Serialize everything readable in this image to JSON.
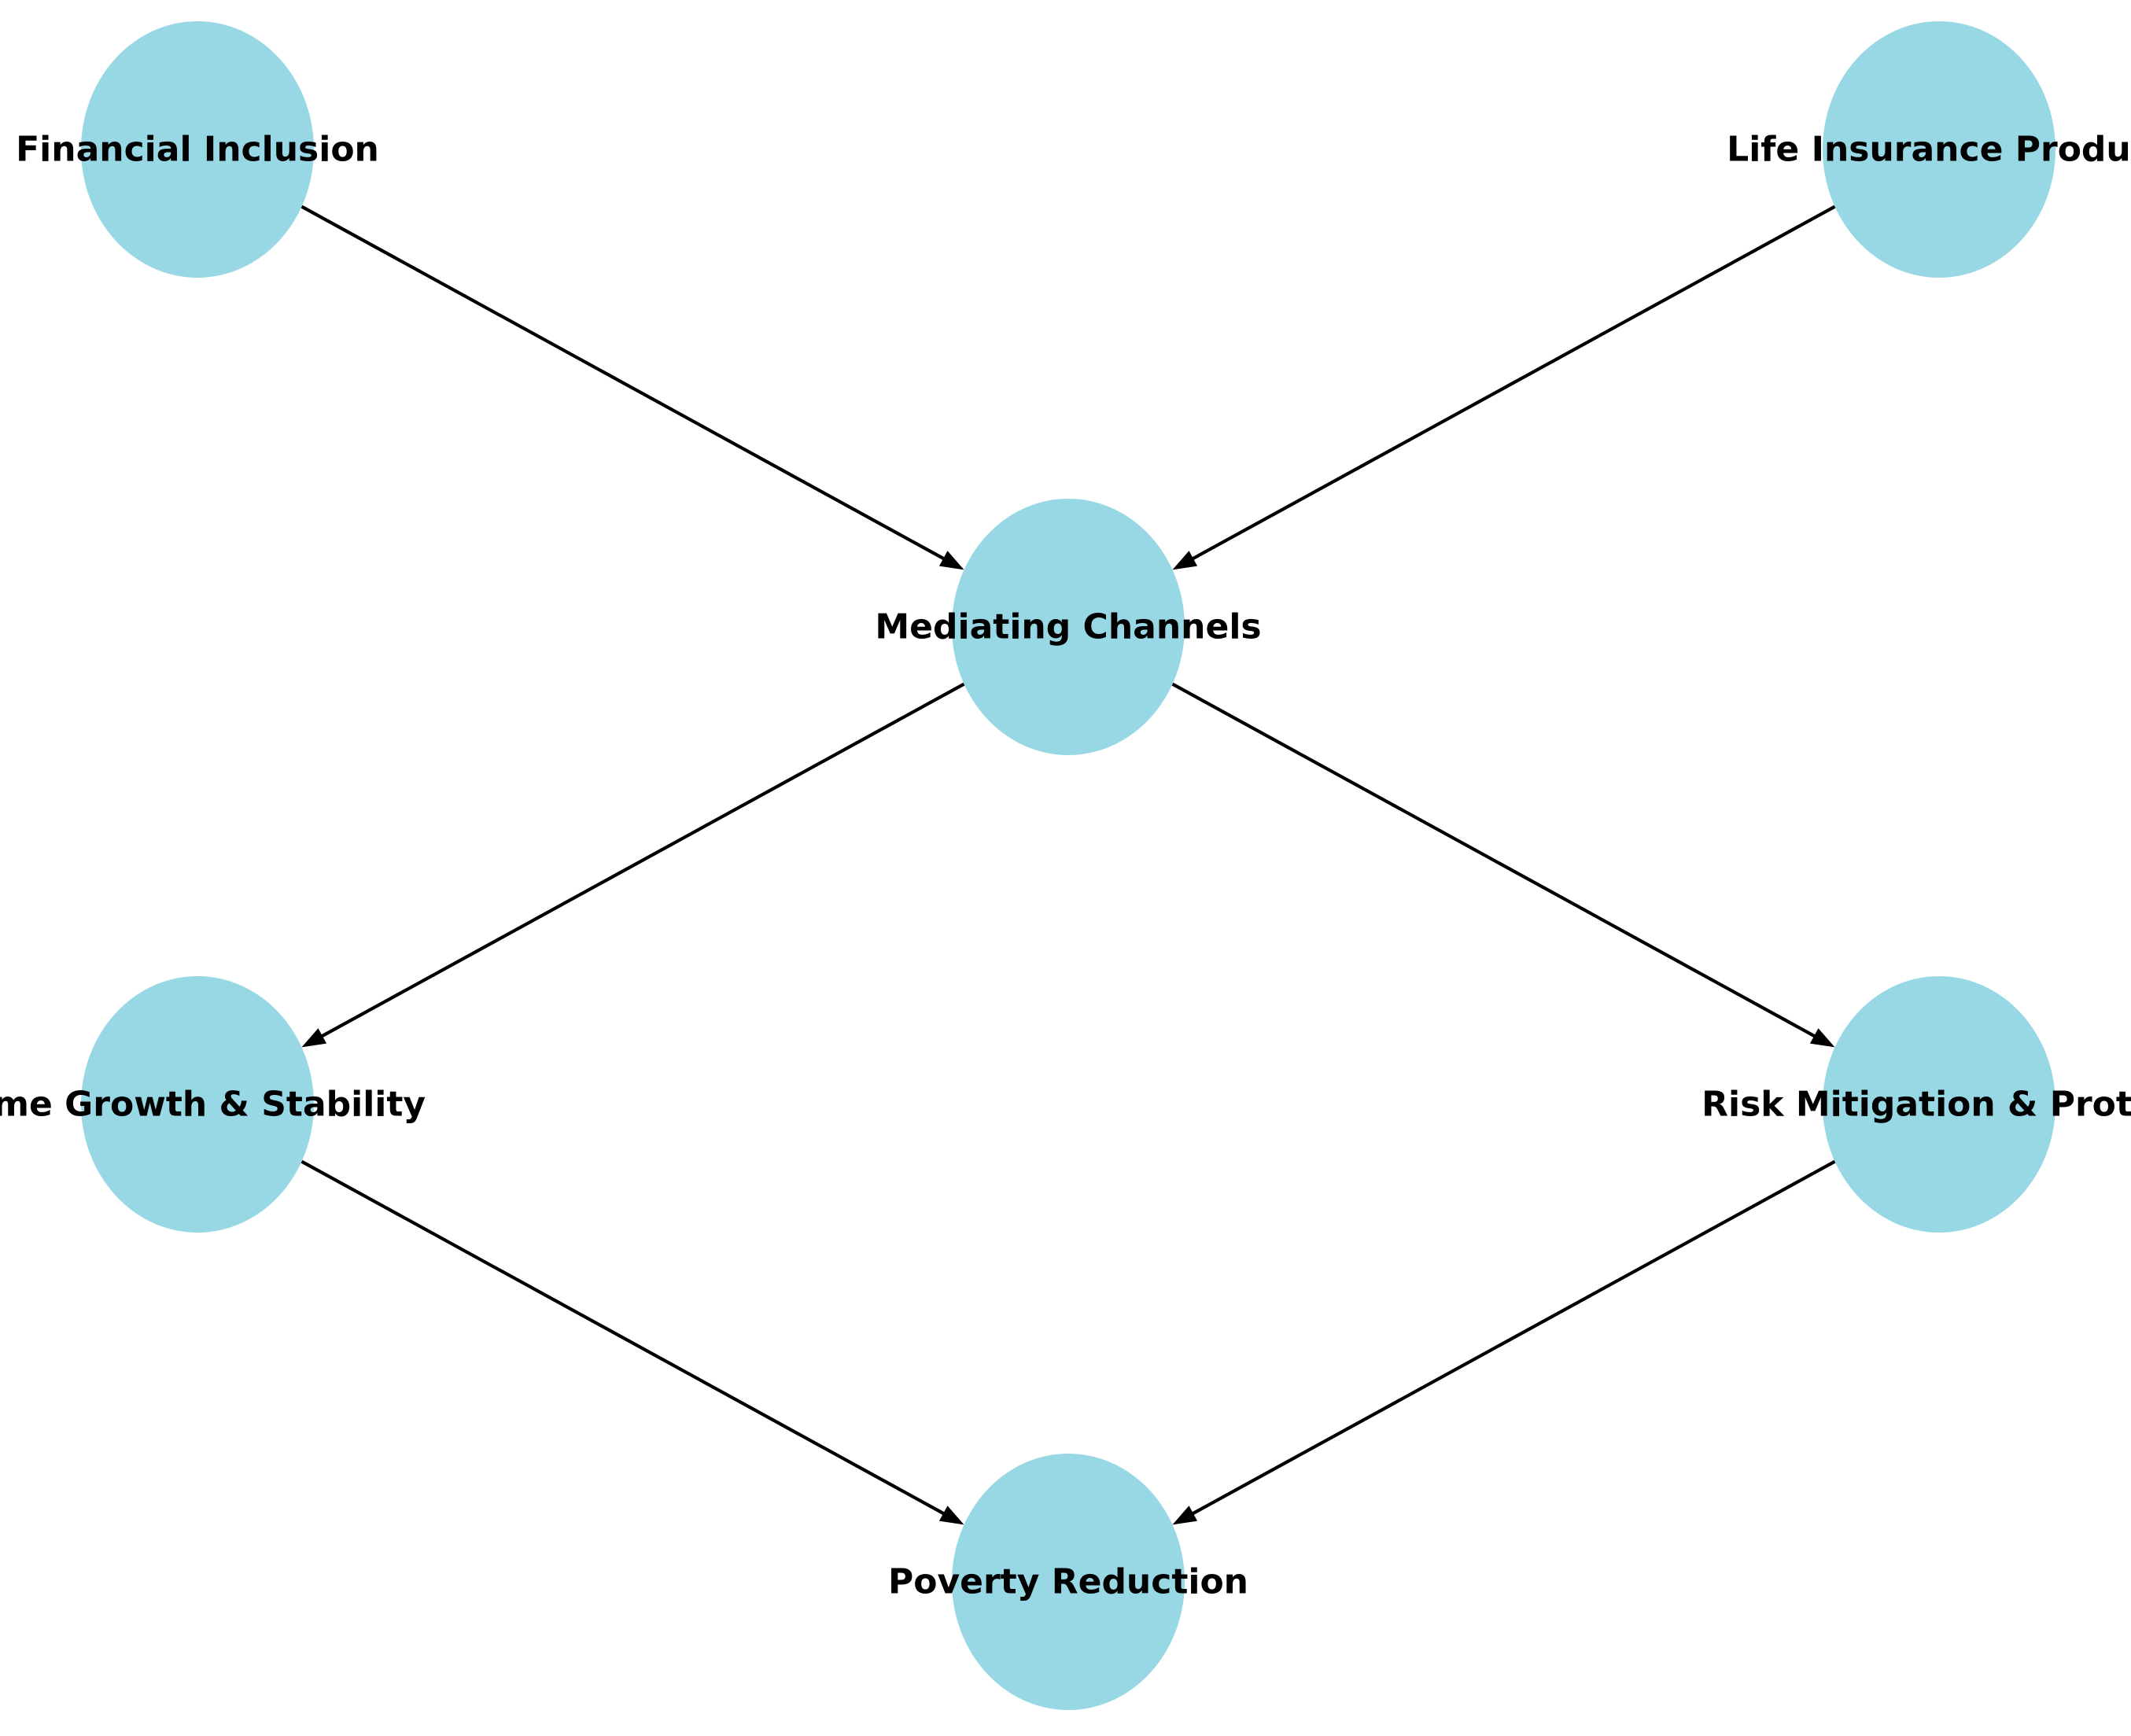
{
  "diagram": {
    "node_color": "#98d8e5",
    "edge_color": "#000000",
    "background": "#ffffff",
    "nodes": [
      {
        "id": "financial-inclusion",
        "label": "Financial Inclusion"
      },
      {
        "id": "life-insurance-products",
        "label": "Life Insurance Produc"
      },
      {
        "id": "mediating-channels",
        "label": "Mediating Channels"
      },
      {
        "id": "income-growth-stability",
        "label": "ome Growth & Stability"
      },
      {
        "id": "risk-mitigation-protection",
        "label": "Risk Mitigation & Protec"
      },
      {
        "id": "poverty-reduction",
        "label": "Poverty Reduction"
      }
    ],
    "edges": [
      {
        "from": "financial-inclusion",
        "to": "mediating-channels"
      },
      {
        "from": "life-insurance-products",
        "to": "mediating-channels"
      },
      {
        "from": "mediating-channels",
        "to": "income-growth-stability"
      },
      {
        "from": "mediating-channels",
        "to": "risk-mitigation-protection"
      },
      {
        "from": "income-growth-stability",
        "to": "poverty-reduction"
      },
      {
        "from": "risk-mitigation-protection",
        "to": "poverty-reduction"
      }
    ]
  }
}
